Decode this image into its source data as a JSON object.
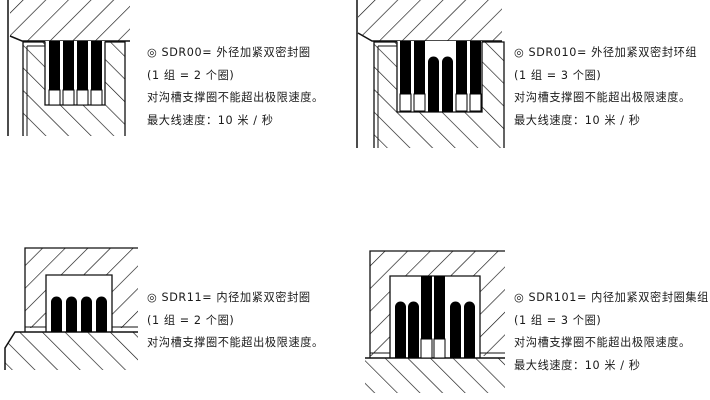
{
  "panels": [
    {
      "id": "SDR00",
      "lines": [
        "◎ SDR00= 外径加紧双密封圈",
        "(1 组 = 2 个圈)",
        "对沟槽支撑圈不能超出极限速度。",
        "最大线速度：10 米 / 秒"
      ],
      "diagram": "outer-diameter-double-seal, 4 rectangular rings with white lower segments"
    },
    {
      "id": "SDR010",
      "lines": [
        "◎ SDR010= 外径加紧双密封环组",
        "(1 组 = 3 个圈)",
        "对沟槽支撑圈不能超出极限速度。",
        "最大线速度：10 米 / 秒"
      ],
      "diagram": "outer-diameter-seal-set, 2+2 rectangular rings flanking 2 rounded rings"
    },
    {
      "id": "SDR11",
      "lines": [
        "◎ SDR11= 内径加紧双密封圈",
        "(1 组 = 2 个圈)",
        "对沟槽支撑圈不能超出极限速度。"
      ],
      "diagram": "inner-diameter-double-seal, 4 rounded rings"
    },
    {
      "id": "SDR101",
      "lines": [
        "◎ SDR101= 内径加紧双密封圈集组",
        "(1 组 = 3 个圈)",
        "对沟槽支撑圈不能超出极限速度。",
        "最大线速度：10 米 / 秒"
      ],
      "diagram": "inner-diameter-seal-set, 2+2 rounded rings flanking 2 rectangular rings"
    }
  ]
}
